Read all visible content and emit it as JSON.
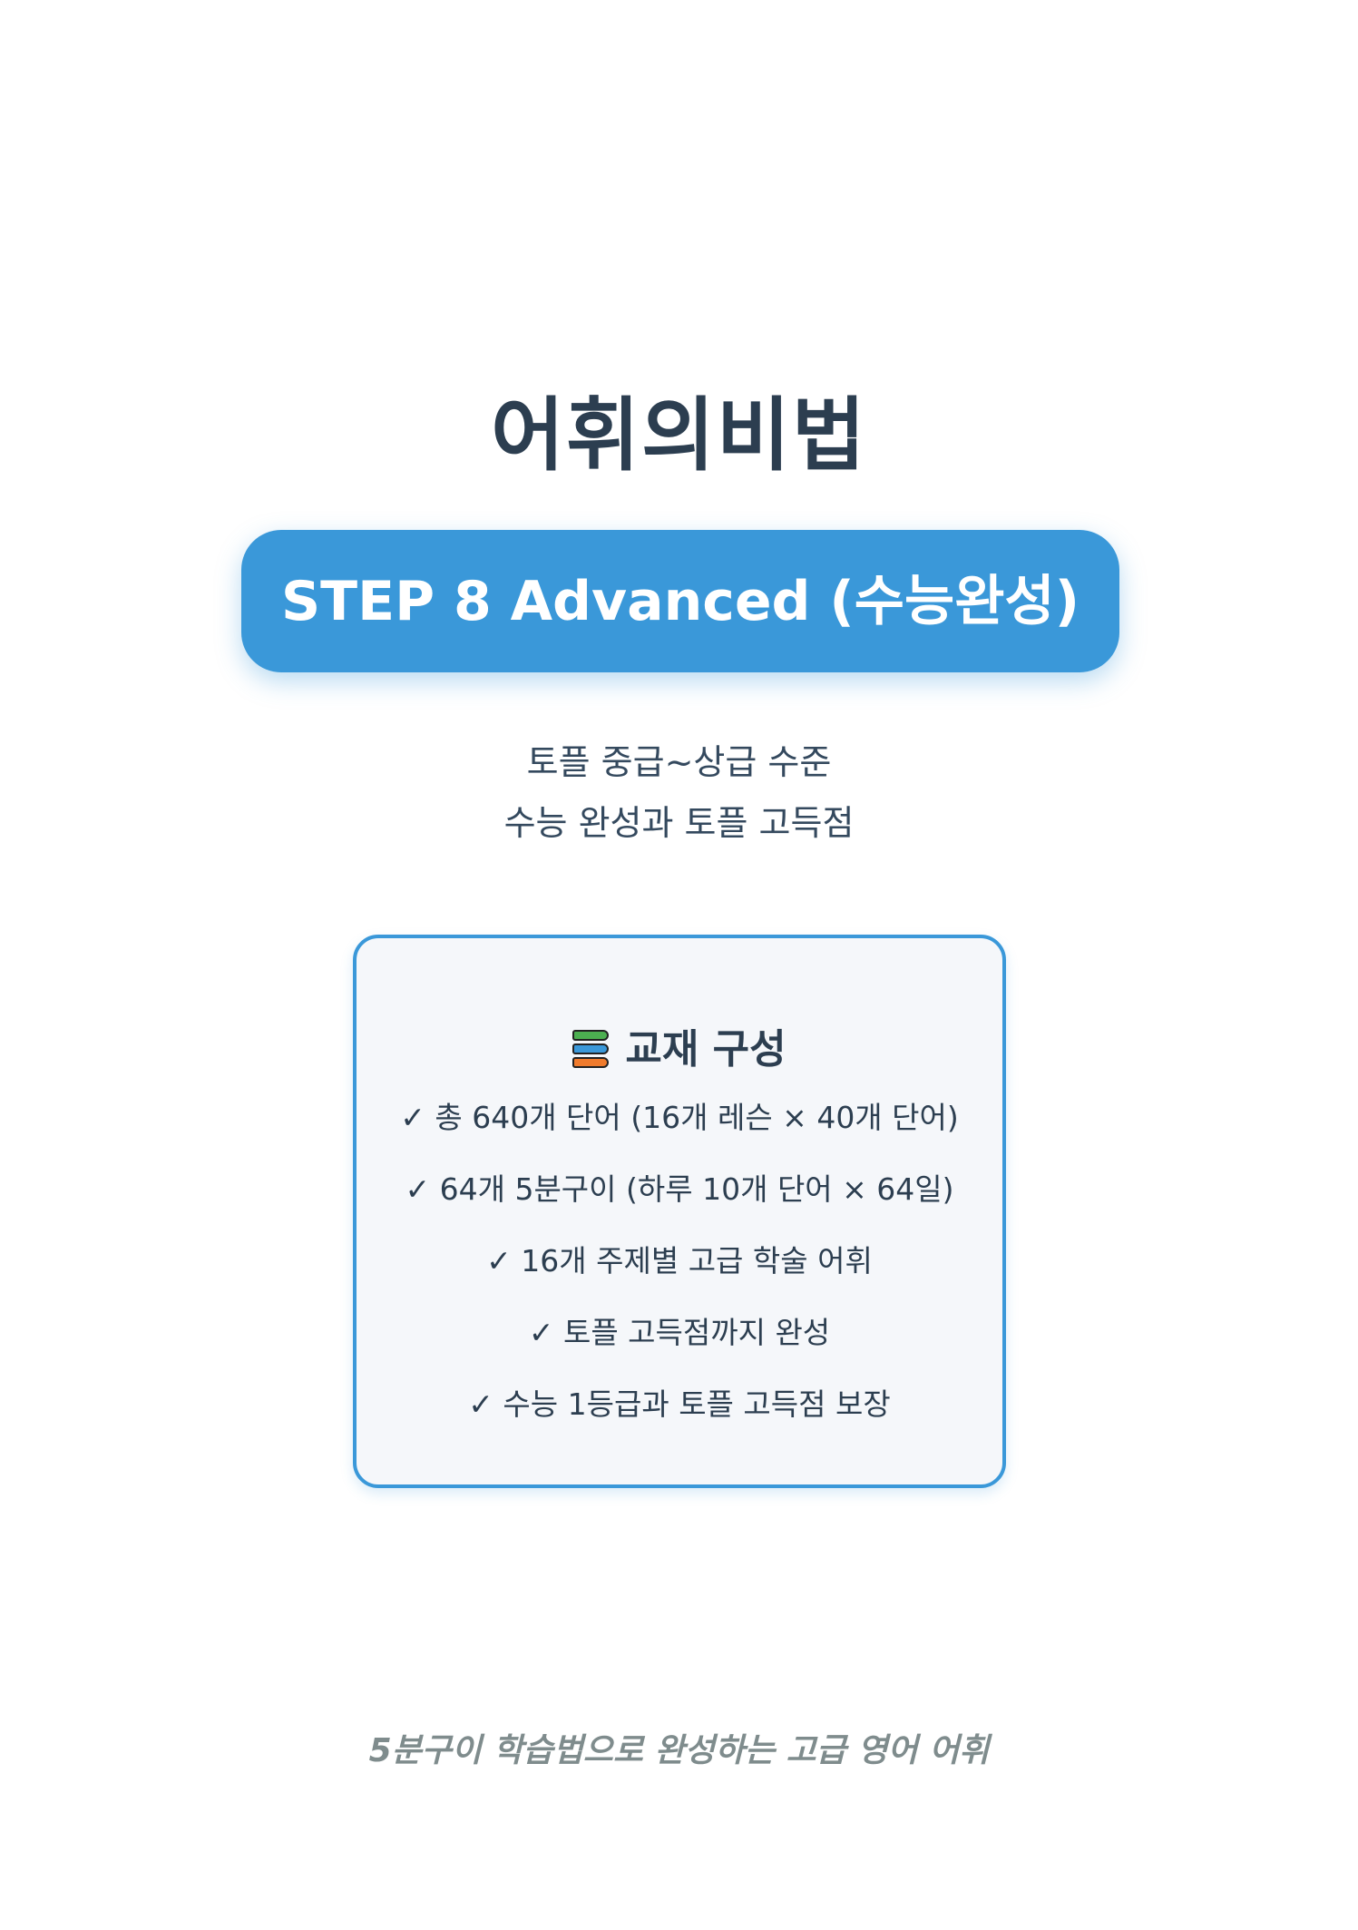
{
  "title": "어휘의비법",
  "step_label": "STEP 8 Advanced (수능완성)",
  "subtitle_lines": [
    "토플 중급~상급 수준",
    "수능 완성과 토플 고득점"
  ],
  "contents_box": {
    "icon": "books-icon",
    "heading": "교재 구성",
    "items": [
      "✓ 총 640개 단어 (16개 레슨 × 40개 단어)",
      "✓ 64개 5분구이 (하루 10개 단어 × 64일)",
      "✓ 16개 주제별 고급 학술 어휘",
      "✓ 토플 고득점까지 완성",
      "✓ 수능 1등급과 토플 고득점 보장"
    ]
  },
  "footer": "5분구이 학습법으로 완성하는 고급 영어 어휘",
  "colors": {
    "accent": "#3a98d9",
    "text": "#2c3e50",
    "box_background": "#f5f7fa",
    "footer_text": "#7f8c8d"
  }
}
